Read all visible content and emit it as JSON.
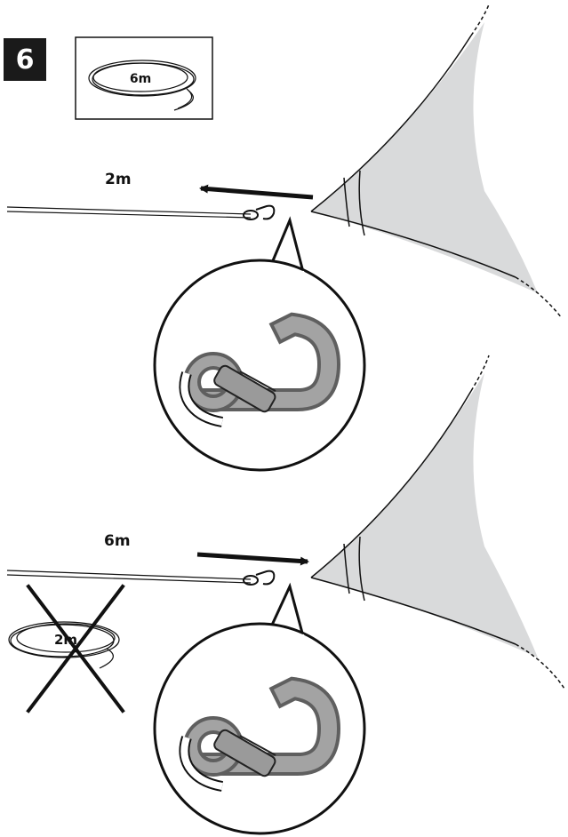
{
  "step": {
    "number": "6"
  },
  "rope_box": {
    "length_label": "6m"
  },
  "top_panel": {
    "rope_length_label": "2m",
    "arrow_direction": "left"
  },
  "bottom_panel": {
    "rope_length_label": "6m",
    "arrow_direction": "right"
  },
  "wrong_coil": {
    "length_label": "2m",
    "mark": "crossed-out"
  },
  "colors": {
    "ink": "#111111",
    "sail": "#d9dadb",
    "metal": "#8a8a8a",
    "badge": "#1a1a1a"
  }
}
